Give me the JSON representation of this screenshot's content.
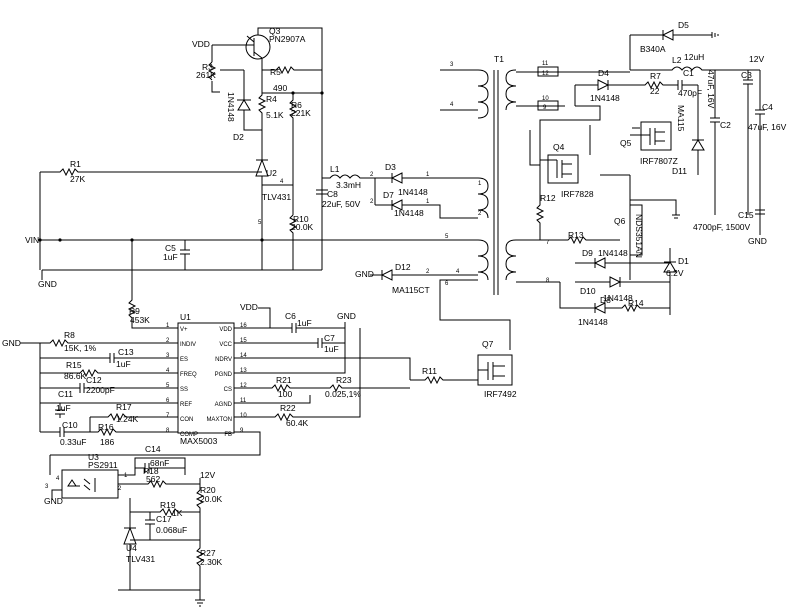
{
  "colors": {
    "wire": "#000000",
    "background": "#ffffff"
  },
  "nets": {
    "vdd": "VDD",
    "vin": "VIN",
    "gnd": "GND",
    "out": "12V"
  },
  "parts": {
    "q3": {
      "ref": "Q3",
      "value": "PN2907A"
    },
    "r3": {
      "ref": "R3",
      "value": "261K"
    },
    "r4": {
      "ref": "R4",
      "value": "5.1K"
    },
    "r5": {
      "ref": "R5",
      "value": "490"
    },
    "r6": {
      "ref": "R6",
      "value": "221K"
    },
    "d2": {
      "ref": "D2",
      "value": "1N4148"
    },
    "u2": {
      "ref": "U2",
      "value": "TLV431"
    },
    "r10": {
      "ref": "R10",
      "value": "20.0K"
    },
    "l1": {
      "ref": "L1",
      "value": "3.3mH"
    },
    "c8": {
      "ref": "C8",
      "value": "22uF, 50V"
    },
    "d3": {
      "ref": "D3",
      "value": "1N4148"
    },
    "d7": {
      "ref": "D7",
      "value": "1N4148"
    },
    "r1": {
      "ref": "R1",
      "value": "27K"
    },
    "c5": {
      "ref": "C5",
      "value": "1uF"
    },
    "d12": {
      "ref": "D12",
      "value": "MA115CT"
    },
    "t1": {
      "ref": "T1"
    },
    "d5": {
      "ref": "D5",
      "value": "B340A"
    },
    "l2": {
      "ref": "L2",
      "value": "12uH"
    },
    "d4": {
      "ref": "D4",
      "value": "1N4148"
    },
    "r7": {
      "ref": "R7",
      "value": "22"
    },
    "c1": {
      "ref": "C1",
      "value": "470pF"
    },
    "c2": {
      "ref": "C2",
      "value": "47uF, 16V"
    },
    "c3": {
      "ref": "C3"
    },
    "c4": {
      "ref": "C4",
      "value": "47uF, 16V"
    },
    "d11": {
      "ref": "D11",
      "value": "MA115"
    },
    "q5": {
      "ref": "Q5",
      "value": "IRF7807Z"
    },
    "q4": {
      "ref": "Q4",
      "value": "IRF7828"
    },
    "r12": {
      "ref": "R12"
    },
    "c15": {
      "ref": "C15",
      "value": "4700pF, 1500V"
    },
    "r13": {
      "ref": "R13"
    },
    "q6": {
      "ref": "Q6",
      "value": "NDS351AN"
    },
    "d9": {
      "ref": "D9",
      "value": "1N4148"
    },
    "d10": {
      "ref": "D10",
      "value": "1N4148"
    },
    "d1": {
      "ref": "D1",
      "value": "6.2V"
    },
    "d8": {
      "ref": "D8",
      "value": "1N4148"
    },
    "r14": {
      "ref": "R14"
    },
    "q7": {
      "ref": "Q7",
      "value": "IRF7492"
    },
    "r11": {
      "ref": "R11"
    },
    "r9": {
      "ref": "R9",
      "value": "453K"
    },
    "u1": {
      "ref": "U1",
      "value": "MAX5003"
    },
    "r8": {
      "ref": "R8",
      "value": "15K, 1%"
    },
    "c13": {
      "ref": "C13",
      "value": "1uF"
    },
    "r15": {
      "ref": "R15",
      "value": "86.6K"
    },
    "c12": {
      "ref": "C12",
      "value": "2200pF"
    },
    "c11": {
      "ref": "C11",
      "value": "1uF"
    },
    "r17": {
      "ref": "R17",
      "value": "1.24K"
    },
    "c10": {
      "ref": "C10",
      "value": "0.33uF"
    },
    "r16": {
      "ref": "R16",
      "value": "186"
    },
    "c6": {
      "ref": "C6",
      "value": "1uF"
    },
    "c7": {
      "ref": "C7",
      "value": "1uF"
    },
    "r21": {
      "ref": "R21",
      "value": "100"
    },
    "r23": {
      "ref": "R23",
      "value": "0.025,1%"
    },
    "r22": {
      "ref": "R22",
      "value": "60.4K"
    },
    "u3": {
      "ref": "U3",
      "value": "PS2911"
    },
    "c14": {
      "ref": "C14",
      "value": "68nF"
    },
    "r18": {
      "ref": "R18",
      "value": "562"
    },
    "r19": {
      "ref": "R19",
      "value": "1K"
    },
    "c17": {
      "ref": "C17",
      "value": "0.068uF"
    },
    "r20": {
      "ref": "R20",
      "value": "20.0K"
    },
    "u4": {
      "ref": "U4",
      "value": "TLV431"
    },
    "r27": {
      "ref": "R27",
      "value": "2.30K"
    }
  },
  "u1_pins_left": [
    {
      "num": "1",
      "name": "V+"
    },
    {
      "num": "2",
      "name": "INDIV"
    },
    {
      "num": "3",
      "name": "ES"
    },
    {
      "num": "4",
      "name": "FREQ"
    },
    {
      "num": "5",
      "name": "SS"
    },
    {
      "num": "6",
      "name": "REF"
    },
    {
      "num": "7",
      "name": "CON"
    },
    {
      "num": "8",
      "name": "COMP"
    }
  ],
  "u1_pins_right": [
    {
      "num": "16",
      "name": "VDD"
    },
    {
      "num": "15",
      "name": "VCC"
    },
    {
      "num": "14",
      "name": "NDRV"
    },
    {
      "num": "13",
      "name": "PGND"
    },
    {
      "num": "12",
      "name": "CS"
    },
    {
      "num": "11",
      "name": "AGND"
    },
    {
      "num": "10",
      "name": "MAXTON"
    },
    {
      "num": "9",
      "name": "FB"
    }
  ],
  "pin_numbers": {
    "t1_primary_top": "3",
    "t1_primary_bottom": "4",
    "t1_aux_top": "1",
    "t1_aux_bottom": "2",
    "t1_aux2_top": "5",
    "t1_aux2_bottom": "6",
    "t1_sec_11": "11",
    "t1_sec_12": "12",
    "t1_sec_10": "10",
    "t1_sec_9": "9",
    "t1_sec_7": "7",
    "t1_sec_8": "8",
    "u3_p1": "1",
    "u3_p2": "2",
    "u3_p3": "3",
    "u3_p4": "4",
    "one": "1",
    "two": "2",
    "three": "3",
    "four": "4",
    "five": "5"
  }
}
